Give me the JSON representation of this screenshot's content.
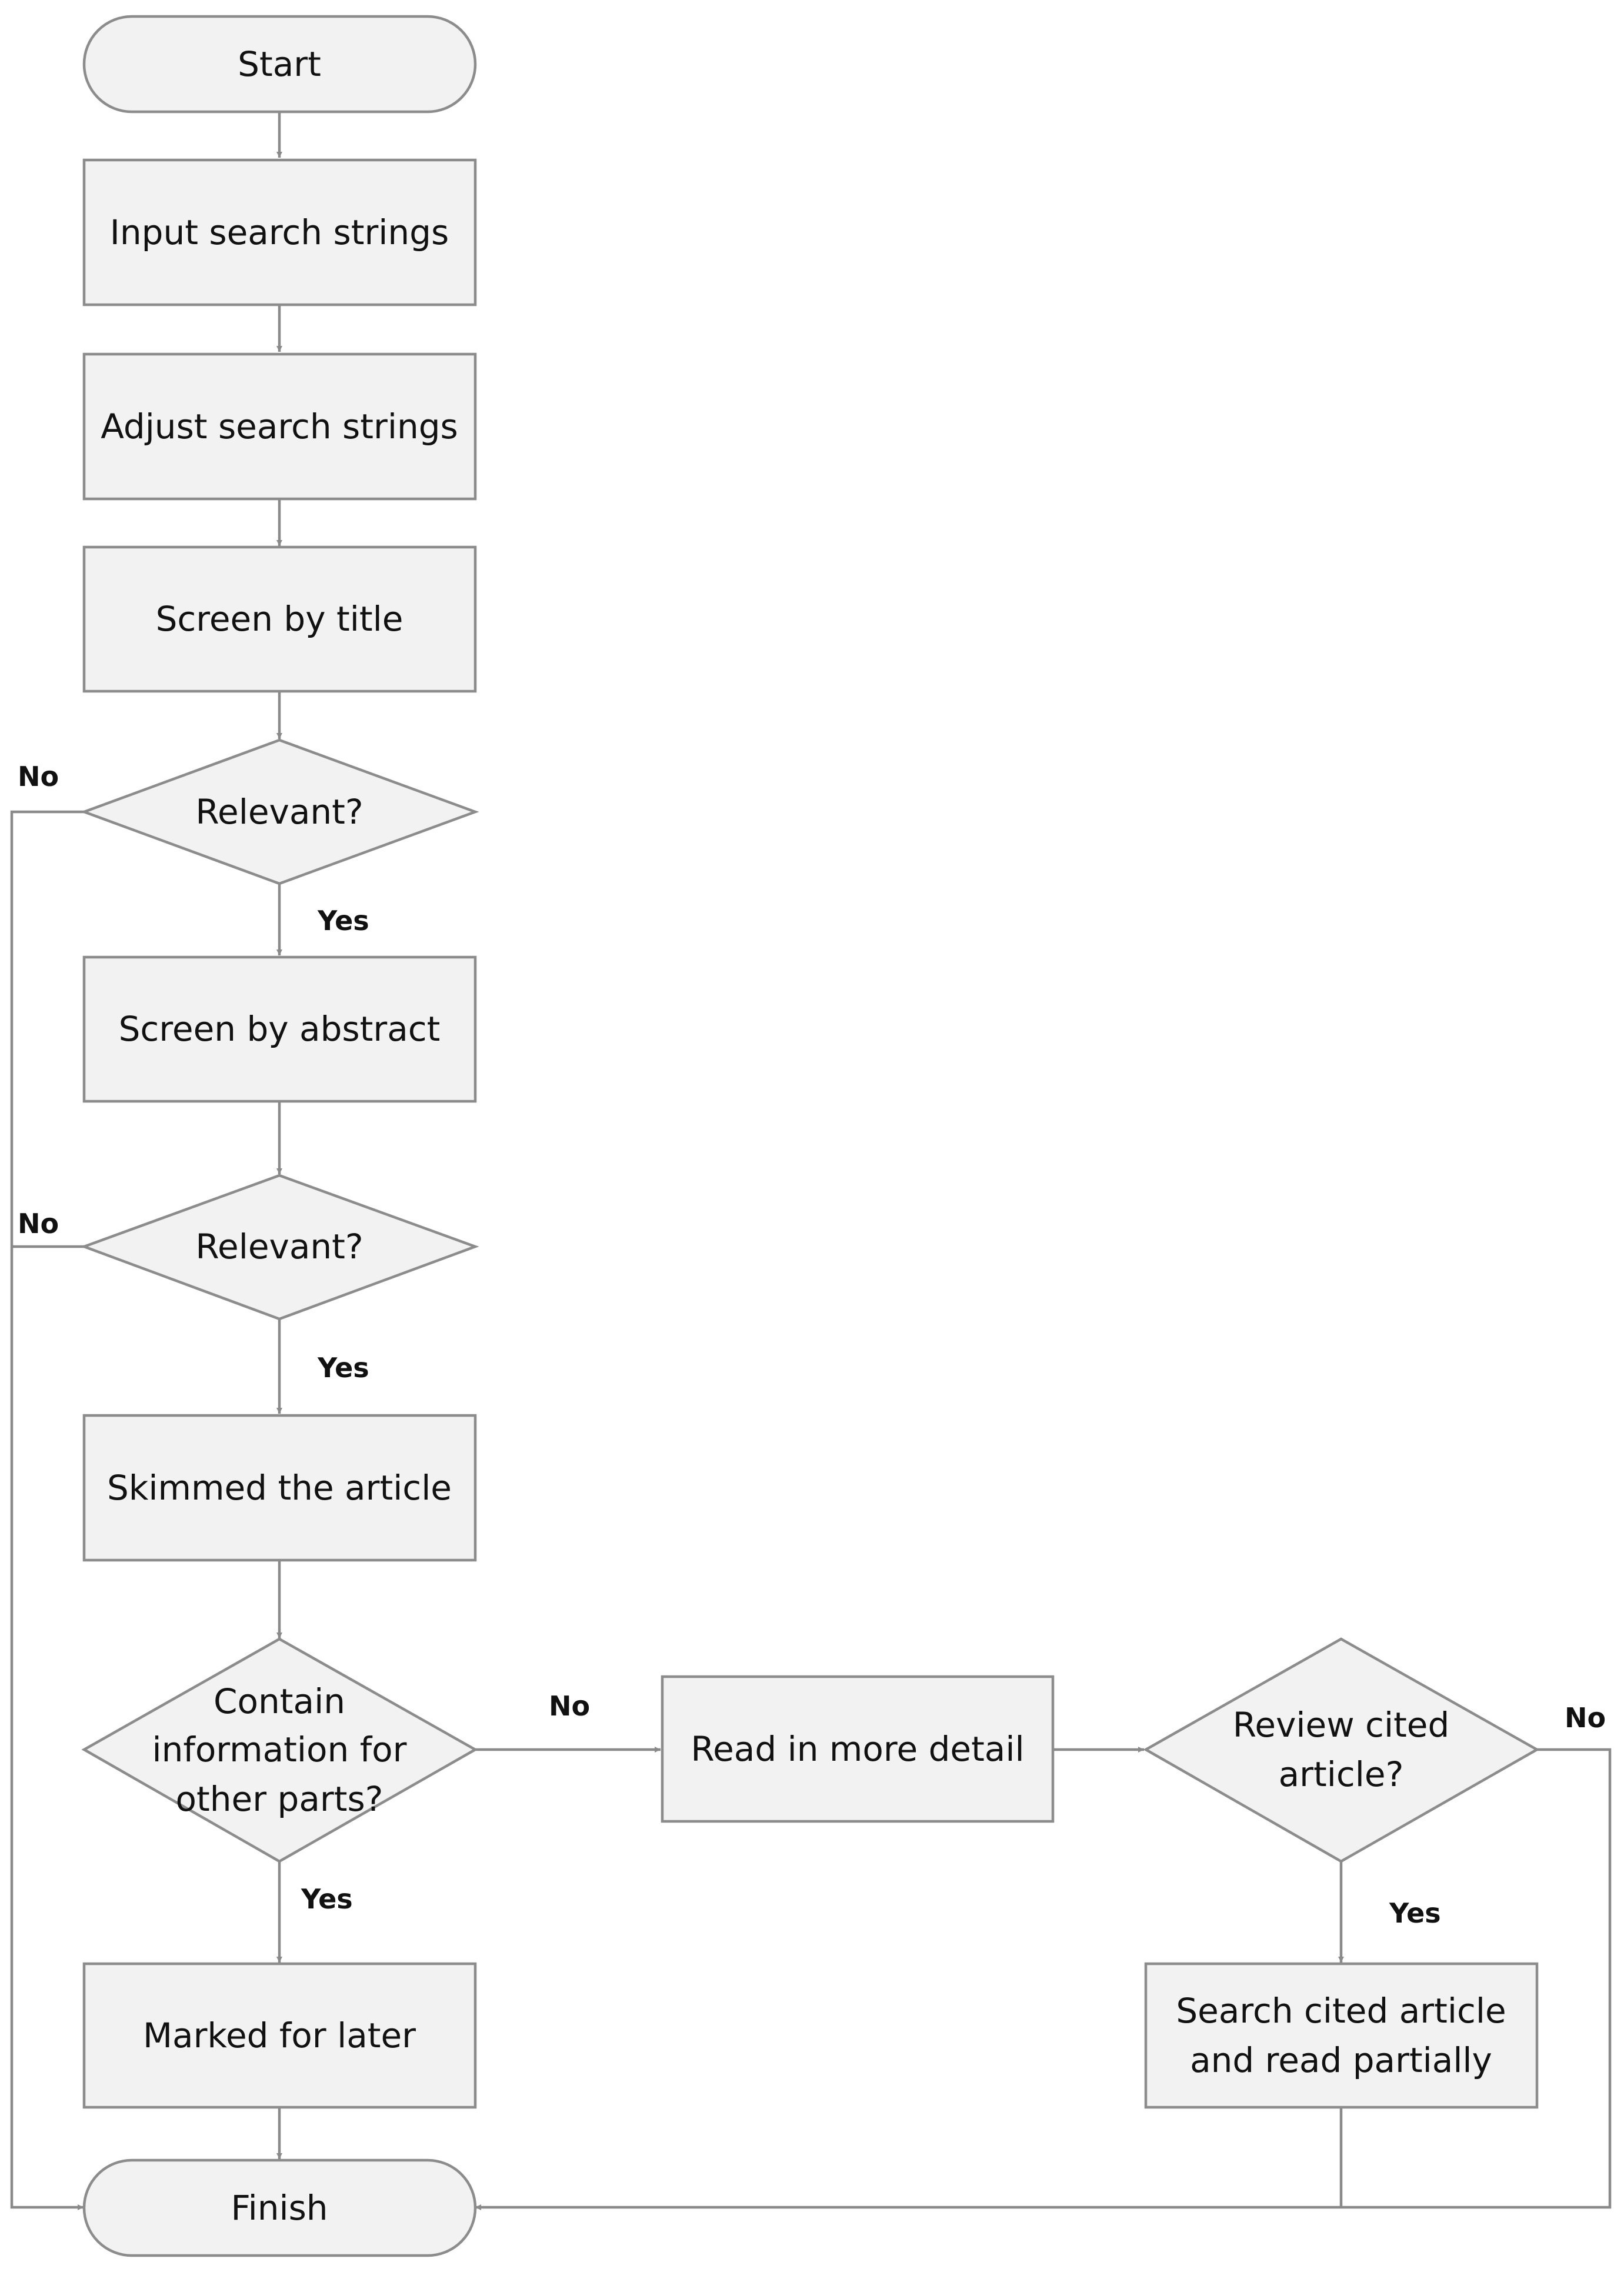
{
  "colors": {
    "node_fill": "#f2f2f2",
    "node_stroke": "#8c8c8c",
    "edge": "#8a8a8a",
    "text": "#111111"
  },
  "nodes": {
    "start": {
      "shape": "terminal",
      "lines": [
        "Start"
      ]
    },
    "input_search": {
      "shape": "process",
      "lines": [
        "Input search strings"
      ]
    },
    "adjust_search": {
      "shape": "process",
      "lines": [
        "Adjust search strings"
      ]
    },
    "screen_title": {
      "shape": "process",
      "lines": [
        "Screen by title"
      ]
    },
    "relevant_1": {
      "shape": "decision",
      "lines": [
        "Relevant?"
      ]
    },
    "screen_abstract": {
      "shape": "process",
      "lines": [
        "Screen by abstract"
      ]
    },
    "relevant_2": {
      "shape": "decision",
      "lines": [
        "Relevant?"
      ]
    },
    "skimmed": {
      "shape": "process",
      "lines": [
        "Skimmed the article"
      ]
    },
    "contain_info": {
      "shape": "decision",
      "lines": [
        "Contain",
        "information for",
        "other parts?"
      ]
    },
    "marked_later": {
      "shape": "process",
      "lines": [
        "Marked for later"
      ]
    },
    "finish": {
      "shape": "terminal",
      "lines": [
        "Finish"
      ]
    },
    "read_detail": {
      "shape": "process",
      "lines": [
        "Read in more detail"
      ]
    },
    "review_cited": {
      "shape": "decision",
      "lines": [
        "Review cited",
        "article?"
      ]
    },
    "search_cited": {
      "shape": "process",
      "lines": [
        "Search cited article",
        "and read partially"
      ]
    }
  },
  "edges": [
    {
      "from": "start",
      "to": "input_search",
      "label": ""
    },
    {
      "from": "input_search",
      "to": "adjust_search",
      "label": ""
    },
    {
      "from": "adjust_search",
      "to": "screen_title",
      "label": ""
    },
    {
      "from": "screen_title",
      "to": "relevant_1",
      "label": ""
    },
    {
      "from": "relevant_1",
      "to": "screen_abstract",
      "label": "Yes"
    },
    {
      "from": "relevant_1",
      "to": "finish",
      "label": "No"
    },
    {
      "from": "screen_abstract",
      "to": "relevant_2",
      "label": ""
    },
    {
      "from": "relevant_2",
      "to": "skimmed",
      "label": "Yes"
    },
    {
      "from": "relevant_2",
      "to": "finish",
      "label": "No"
    },
    {
      "from": "skimmed",
      "to": "contain_info",
      "label": ""
    },
    {
      "from": "contain_info",
      "to": "marked_later",
      "label": "Yes"
    },
    {
      "from": "contain_info",
      "to": "read_detail",
      "label": "No"
    },
    {
      "from": "marked_later",
      "to": "finish",
      "label": ""
    },
    {
      "from": "read_detail",
      "to": "review_cited",
      "label": ""
    },
    {
      "from": "review_cited",
      "to": "search_cited",
      "label": "Yes"
    },
    {
      "from": "review_cited",
      "to": "finish",
      "label": "No"
    },
    {
      "from": "search_cited",
      "to": "finish",
      "label": ""
    }
  ]
}
